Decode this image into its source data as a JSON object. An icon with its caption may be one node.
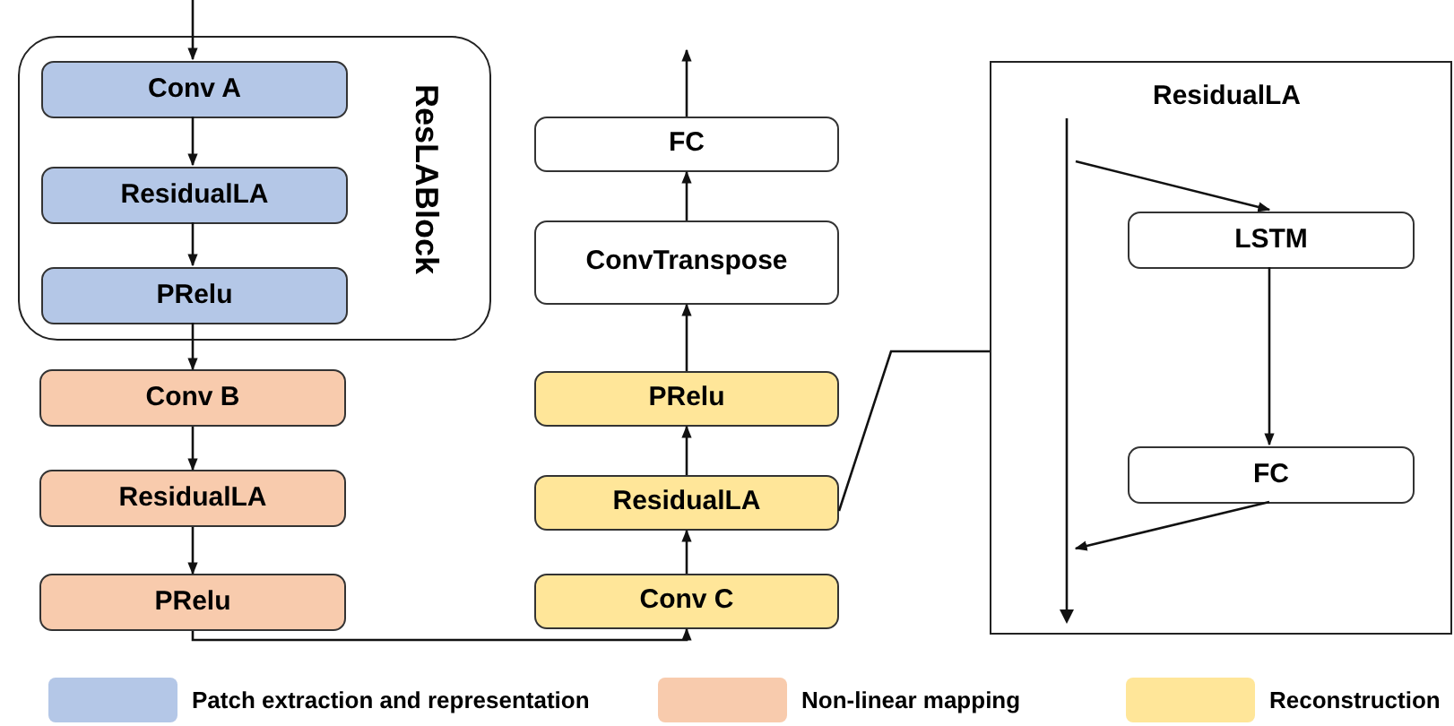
{
  "diagram": {
    "nodes": [
      {
        "text": [
          "ResLABlock"
        ]
      },
      {
        "text": [
          "Conv A"
        ],
        "in": 0
      },
      {
        "text": [
          "ResidualLA"
        ],
        "in": 0
      },
      {
        "text": [
          "PRelu"
        ],
        "in": 0
      },
      {
        "text": [
          "Conv B"
        ]
      },
      {
        "text": [
          "ResidualLA"
        ]
      },
      {
        "text": [
          "PRelu"
        ]
      },
      {
        "text": [
          "Conv C"
        ]
      },
      {
        "text": [
          "ResidualLA"
        ]
      },
      {
        "text": [
          "PRelu"
        ]
      },
      {
        "text": [
          "ConvTranspose"
        ]
      },
      {
        "text": [
          "FC"
        ]
      },
      {
        "text": [
          "ResidualLA"
        ]
      },
      {
        "text": [
          "LSTM"
        ],
        "in": 12
      },
      {
        "text": [
          "FC"
        ],
        "in": 12
      },
      {
        "text": [],
        "shape": "bar",
        "in": 12
      }
    ],
    "edges": [
      {
        "from": null,
        "to": 1,
        "arrow": "to"
      },
      {
        "from": 1,
        "to": 2,
        "arrow": "to"
      },
      {
        "from": 2,
        "to": 3,
        "arrow": "to"
      },
      {
        "from": 3,
        "to": 4,
        "arrow": "to"
      },
      {
        "from": 4,
        "to": 5,
        "arrow": "to"
      },
      {
        "from": 5,
        "to": 6,
        "arrow": "to"
      },
      {
        "from": 6,
        "to": 7,
        "arrow": "to"
      },
      {
        "from": 7,
        "to": 8,
        "arrow": "to"
      },
      {
        "from": 8,
        "to": 9,
        "arrow": "to"
      },
      {
        "from": 9,
        "to": 10,
        "arrow": "to"
      },
      {
        "from": 10,
        "to": 11,
        "arrow": "to"
      },
      {
        "from": 11,
        "to": null,
        "arrow": "to"
      },
      {
        "from": 8,
        "to": 12,
        "arrow": "none"
      },
      {
        "from": 15,
        "to": 13,
        "arrow": "to"
      },
      {
        "from": 13,
        "to": 14,
        "arrow": "to"
      },
      {
        "from": 14,
        "to": 15,
        "arrow": "to"
      }
    ],
    "legend": [
      {
        "text": "Patch extraction and representation",
        "color": "#b4c7e7"
      },
      {
        "text": "Non-linear mapping",
        "color": "#f8cbad"
      },
      {
        "text": "Reconstruction",
        "color": "#ffe699"
      }
    ]
  }
}
